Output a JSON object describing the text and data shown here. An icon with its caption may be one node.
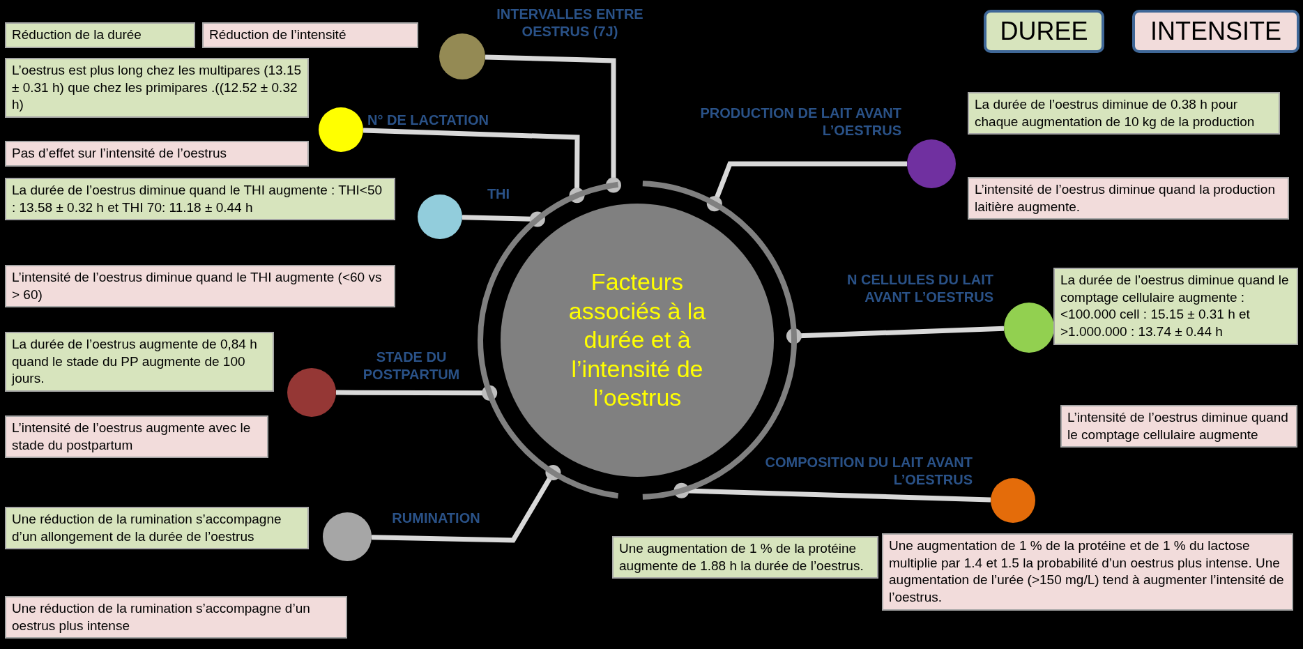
{
  "diagram": {
    "nodes": [
      {
        "text": [
          "Réduction de la durée"
        ]
      },
      {
        "text": [
          "Réduction de l’intensité"
        ]
      },
      {
        "text": [
          "INTERVALLES ENTRE OESTRUS (7J)"
        ]
      },
      {
        "text": [
          "L’oestrus est plus long chez les multipares (13.15 ± 0.31 h) que chez les primipares .((12.52 ± 0.32 h)"
        ]
      },
      {
        "text": [
          "N° DE LACTATION"
        ]
      },
      {
        "text": [
          "PRODUCTION DE LAIT AVANT L’OESTRUS"
        ]
      },
      {
        "text": [
          "La durée de l’oestrus diminue de 0.38 h pour chaque augmentation de 10 kg de la production"
        ]
      },
      {
        "text": [
          "Pas d’effet sur l’intensité de l’oestrus"
        ]
      },
      {
        "text": [
          "La durée de l’oestrus diminue quand le THI augmente : THI<50 : 13.58 ± 0.32 h et THI 70: 11.18 ± 0.44 h"
        ]
      },
      {
        "text": [
          "THI"
        ]
      },
      {
        "text": [
          "L’intensité de l’oestrus diminue quand la production laitière augmente."
        ]
      },
      {
        "text": [
          "Facteurs associés à la durée et à l’intensité de l’oestrus"
        ]
      },
      {
        "text": [
          "L’intensité de l’oestrus diminue quand le THI augmente (<60 vs > 60)"
        ]
      },
      {
        "text": [
          "N CELLULES DU LAIT AVANT L’OESTRUS"
        ]
      },
      {
        "text": [
          "La durée de l’oestrus diminue quand le comptage cellulaire augmente : <100.000 cell : 15.15 ± 0.31 h et >1.000.000 : 13.74 ± 0.44 h"
        ]
      },
      {
        "text": [
          "La durée de l’oestrus augmente de 0,84 h quand le stade du PP augmente de 100 jours."
        ]
      },
      {
        "text": [
          "STADE DU POSTPARTUM"
        ]
      },
      {
        "text": [
          "L’intensité de l’oestrus augmente avec le stade du postpartum"
        ]
      },
      {
        "text": [
          "L’intensité de l’oestrus diminue quand le comptage cellulaire augmente"
        ]
      },
      {
        "text": [
          "COMPOSITION DU LAIT AVANT L’OESTRUS"
        ]
      },
      {
        "text": [
          "RUMINATION"
        ]
      },
      {
        "text": [
          "Une réduction de la rumination s’accompagne d’un allongement de la durée de l’oestrus"
        ]
      },
      {
        "text": [
          "Une augmentation de 1 % de la protéine augmente de 1.88 h la durée de l’oestrus."
        ]
      },
      {
        "text": [
          "Une augmentation de 1 % de la protéine et de 1 % du lactose multiplie par 1.4 et 1.5 la probabilité d’un oestrus plus intense. Une augmentation de l’urée (>150 mg/L) tend à augmenter l’intensité de l’oestrus."
        ]
      },
      {
        "text": [
          "Une réduction de la rumination s’accompagne d’un oestrus plus intense"
        ]
      }
    ],
    "edges": [
      {
        "from": 2,
        "to": 11,
        "arrow": "none"
      },
      {
        "from": 4,
        "to": 11,
        "arrow": "none"
      },
      {
        "from": 9,
        "to": 11,
        "arrow": "none"
      },
      {
        "from": 5,
        "to": 11,
        "arrow": "none"
      },
      {
        "from": 13,
        "to": 11,
        "arrow": "none"
      },
      {
        "from": 16,
        "to": 11,
        "arrow": "none"
      },
      {
        "from": 19,
        "to": 11,
        "arrow": "none"
      },
      {
        "from": 20,
        "to": 11,
        "arrow": "none"
      }
    ],
    "legend": [
      {
        "text": "DUREE",
        "color": "#d7e4bd"
      },
      {
        "text": "INTENSITE",
        "color": "#f2dcdb"
      }
    ]
  }
}
